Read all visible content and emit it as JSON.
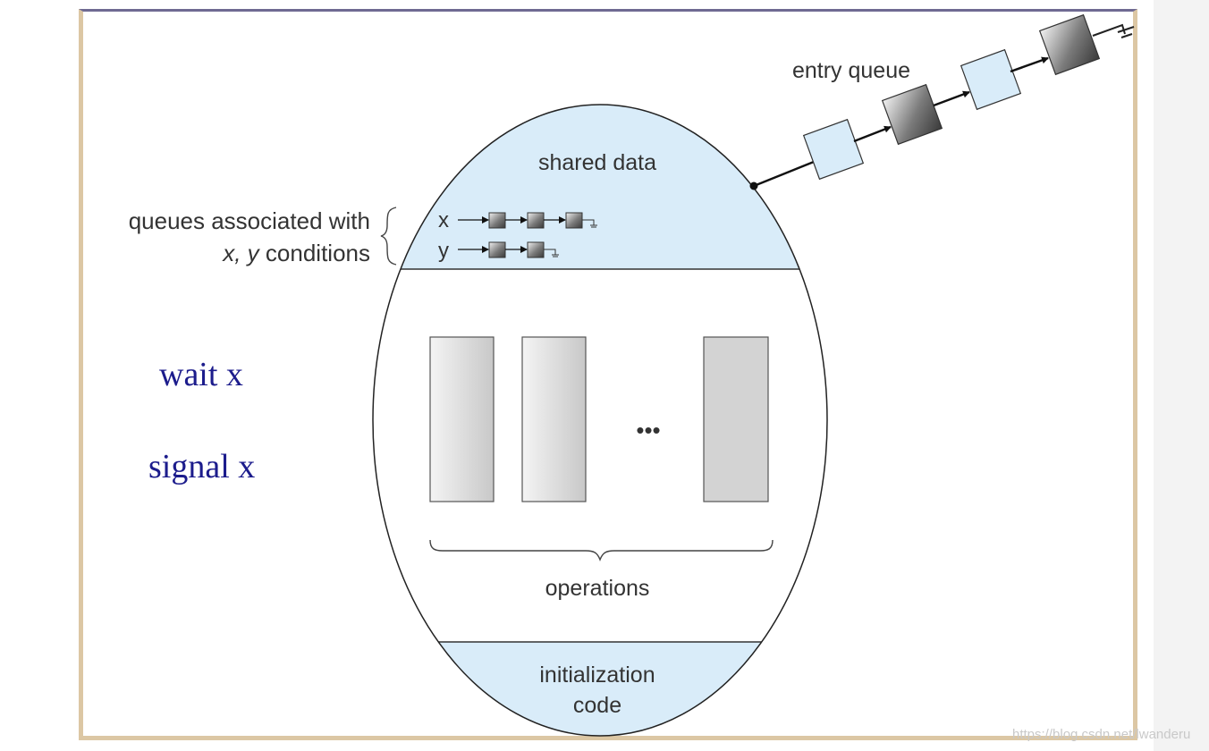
{
  "diagram": {
    "shared_data_label": "shared data",
    "queues_label_line1": "queues associated with",
    "queues_label_line2_italic": "x, y",
    "queues_label_line2_rest": " conditions",
    "condition_x": "x",
    "condition_y": "y",
    "entry_queue_label": "entry queue",
    "operations_label": "operations",
    "init_line1": "initialization",
    "init_line2": "code",
    "ellipsis": "•••"
  },
  "slide": {
    "wait_label": "wait x",
    "signal_label": "signal x"
  },
  "watermark": "https://blog.csdn.net/lwanderu",
  "colors": {
    "region_fill": "#d9ecf9",
    "text_blue": "#1c1c8c",
    "frame_border": "#dcc7a4"
  }
}
